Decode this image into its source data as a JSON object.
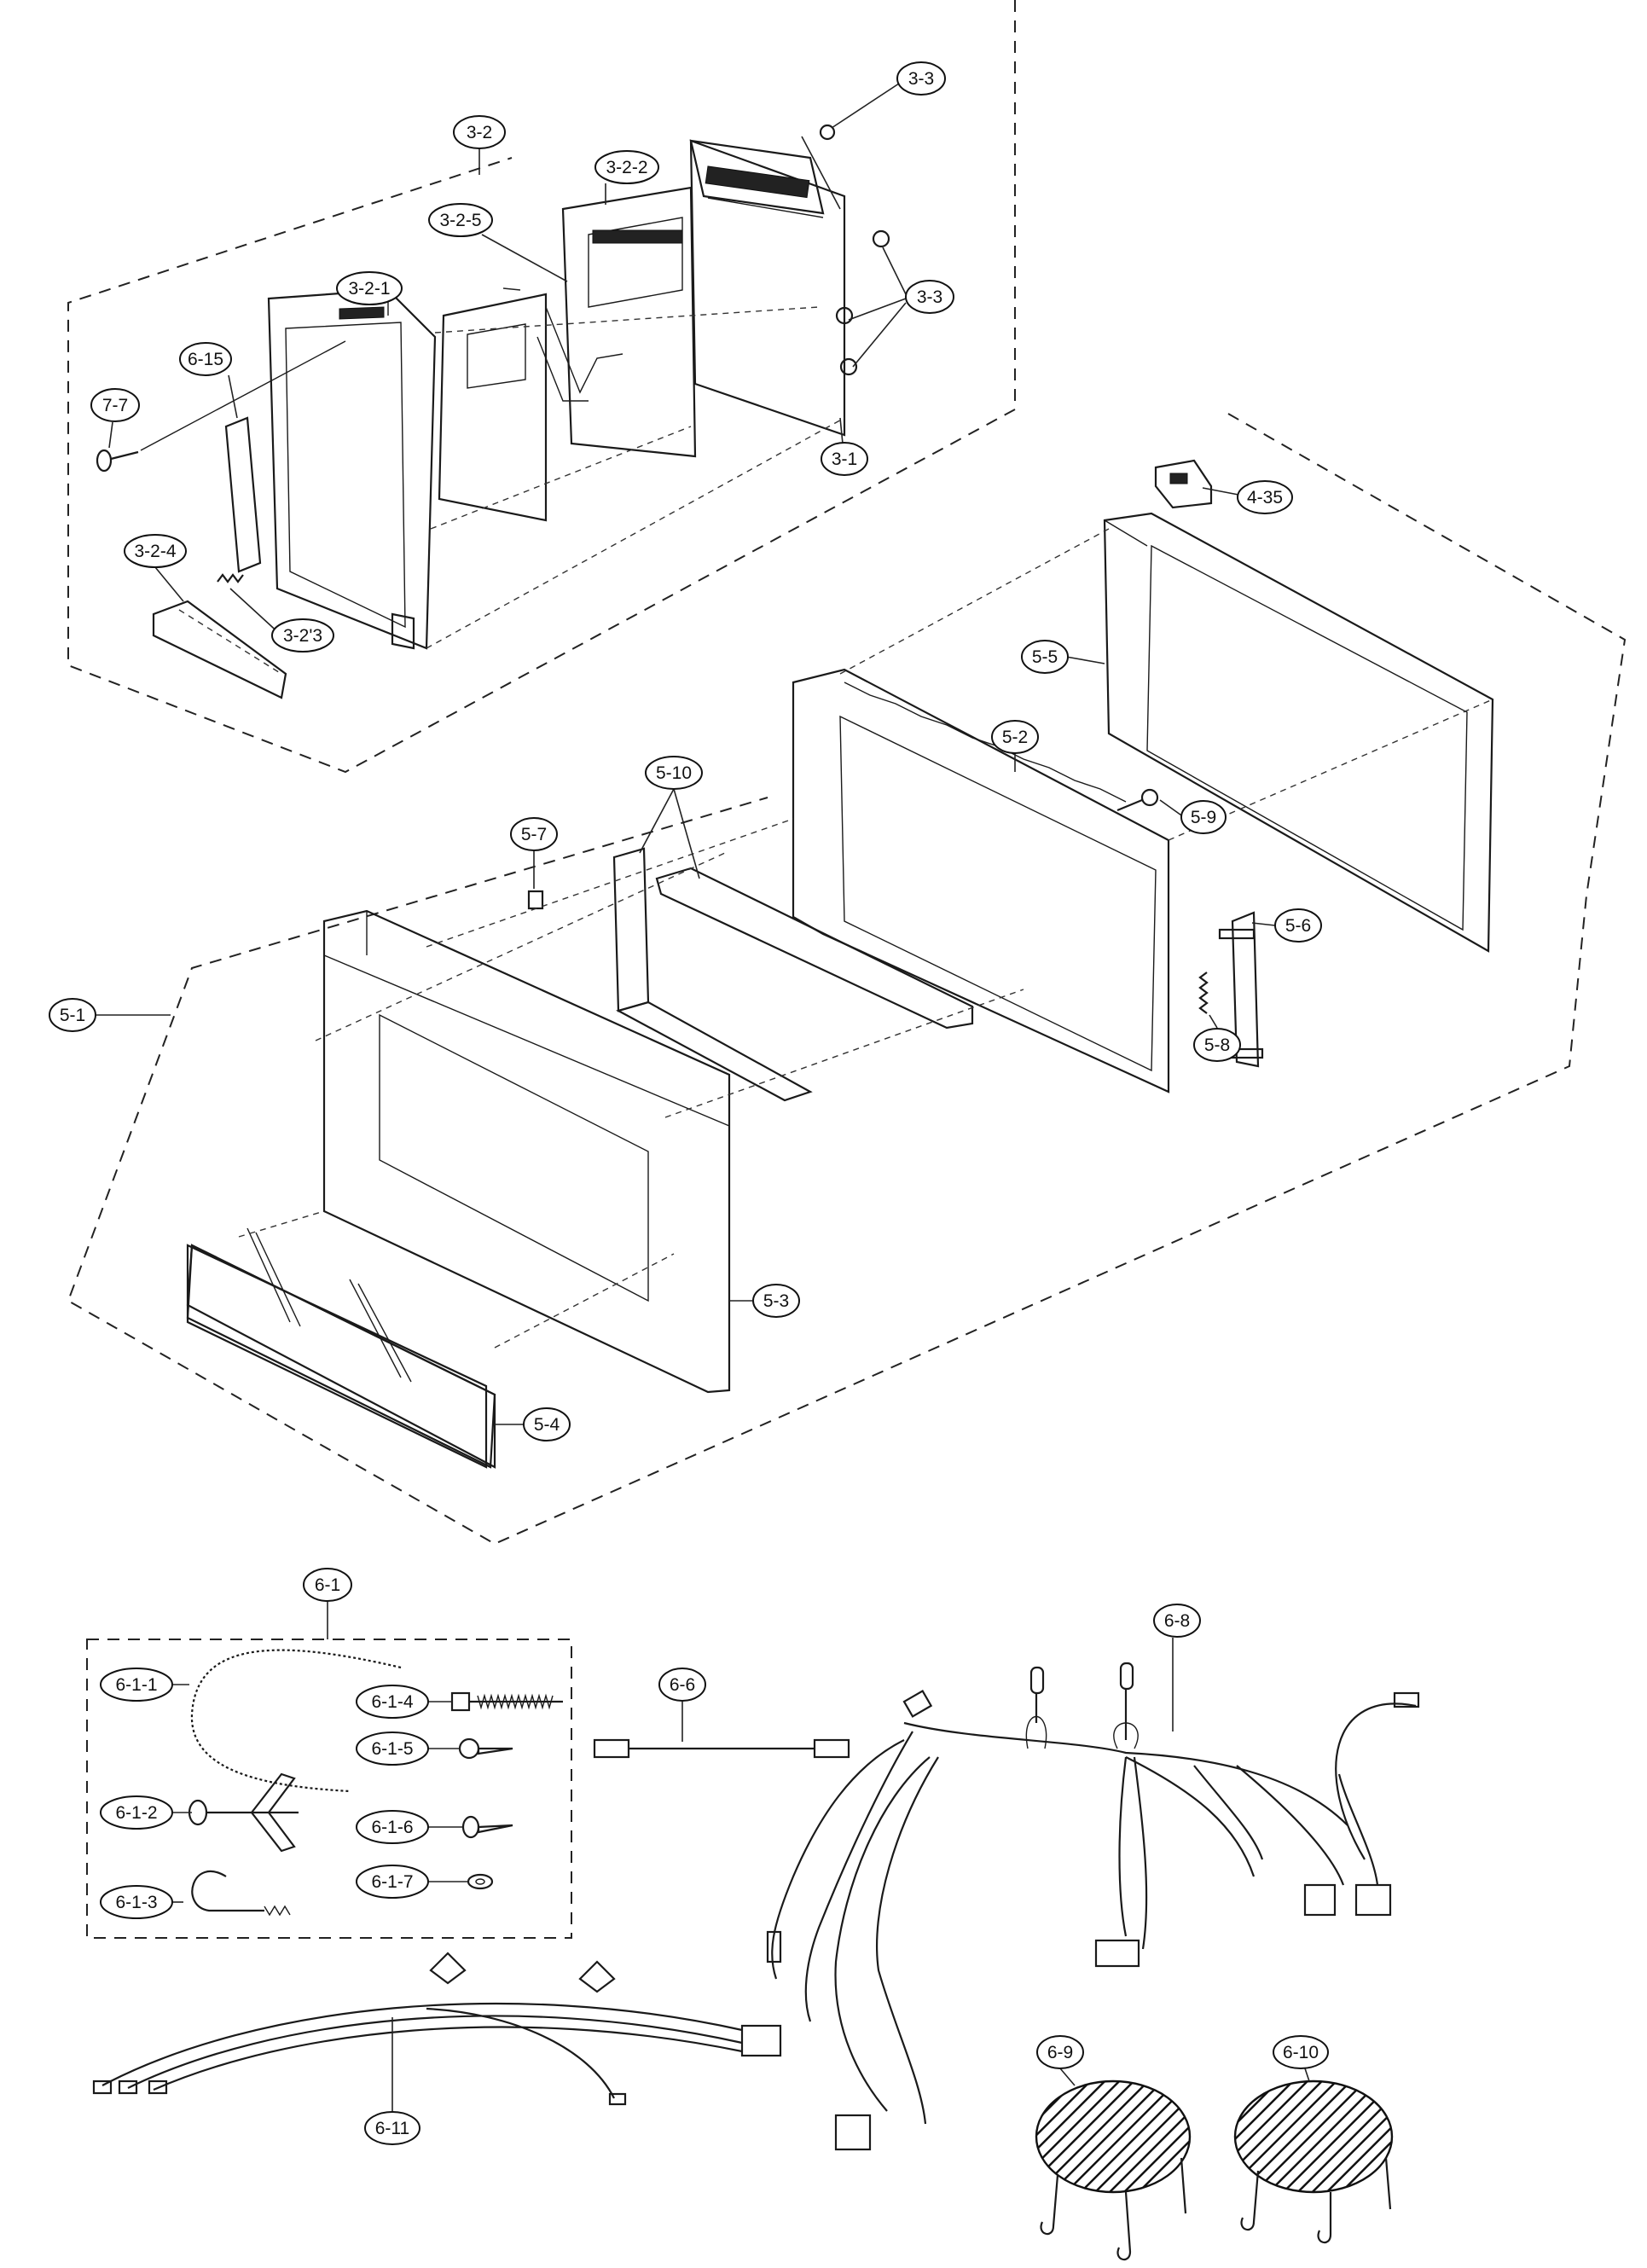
{
  "labels": {
    "l_3_2": "3-2",
    "l_3_3a": "3-3",
    "l_3_2_2": "3-2-2",
    "l_3_2_5": "3-2-5",
    "l_3_2_1": "3-2-1",
    "l_6_15": "6-15",
    "l_3_3b": "3-3",
    "l_7_7": "7-7",
    "l_3_1": "3-1",
    "l_3_2_4": "3-2-4",
    "l_3_2_3": "3-2'3",
    "l_4_35": "4-35",
    "l_5_5": "5-5",
    "l_5_2": "5-2",
    "l_5_10": "5-10",
    "l_5_9": "5-9",
    "l_5_7": "5-7",
    "l_5_6": "5-6",
    "l_5_1": "5-1",
    "l_5_8": "5-8",
    "l_5_3": "5-3",
    "l_5_4": "5-4",
    "l_6_1": "6-1",
    "l_6_8": "6-8",
    "l_6_1_1": "6-1-1",
    "l_6_1_4": "6-1-4",
    "l_6_6": "6-6",
    "l_6_1_5": "6-1-5",
    "l_6_1_2": "6-1-2",
    "l_6_1_6": "6-1-6",
    "l_6_1_3": "6-1-3",
    "l_6_1_7": "6-1-7",
    "l_6_11": "6-11",
    "l_6_9": "6-9",
    "l_6_10": "6-10"
  },
  "colors": {
    "line": "#1a1a1a",
    "background": "#ffffff"
  }
}
